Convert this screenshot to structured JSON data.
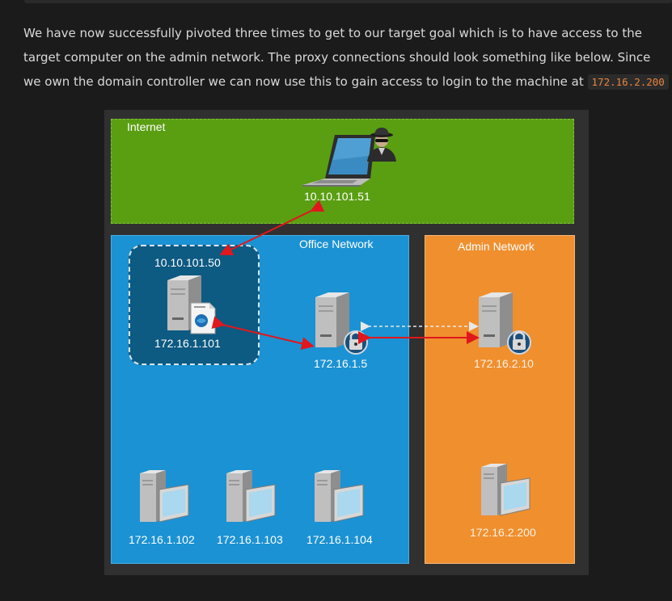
{
  "article": {
    "paragraph": {
      "before_code": "We have now successfully pivoted three times to get to our target goal which is to have access to the target computer on the admin network. The proxy connections should look something like below. Since we own the domain controller we can now use this to gain access to login to the machine at ",
      "code": "172.16.2.200",
      "after_code": ""
    }
  },
  "diagram": {
    "zones": {
      "internet": "Internet",
      "office": "Office Network",
      "admin": "Admin Network"
    },
    "nodes": {
      "attacker_ip": "10.10.101.51",
      "pivot_ext_ip": "10.10.101.50",
      "pivot_int_ip": "172.16.1.101",
      "dc_ip": "172.16.1.5",
      "admin_server_ip": "172.16.2.10",
      "admin_target_ip": "172.16.2.200",
      "ws1_ip": "172.16.1.102",
      "ws2_ip": "172.16.1.103",
      "ws3_ip": "172.16.1.104"
    },
    "colors": {
      "internet": "#5a9e12",
      "office": "#1b92d3",
      "admin": "#f08f2e",
      "pivot_box": "#0d5a82",
      "link": "#e0171d",
      "dashed_link": "#e8e8e8"
    },
    "icons": [
      "laptop-icon",
      "hacker-icon",
      "server-icon",
      "web-doc-icon",
      "lock-icon",
      "workstation-icon"
    ]
  }
}
